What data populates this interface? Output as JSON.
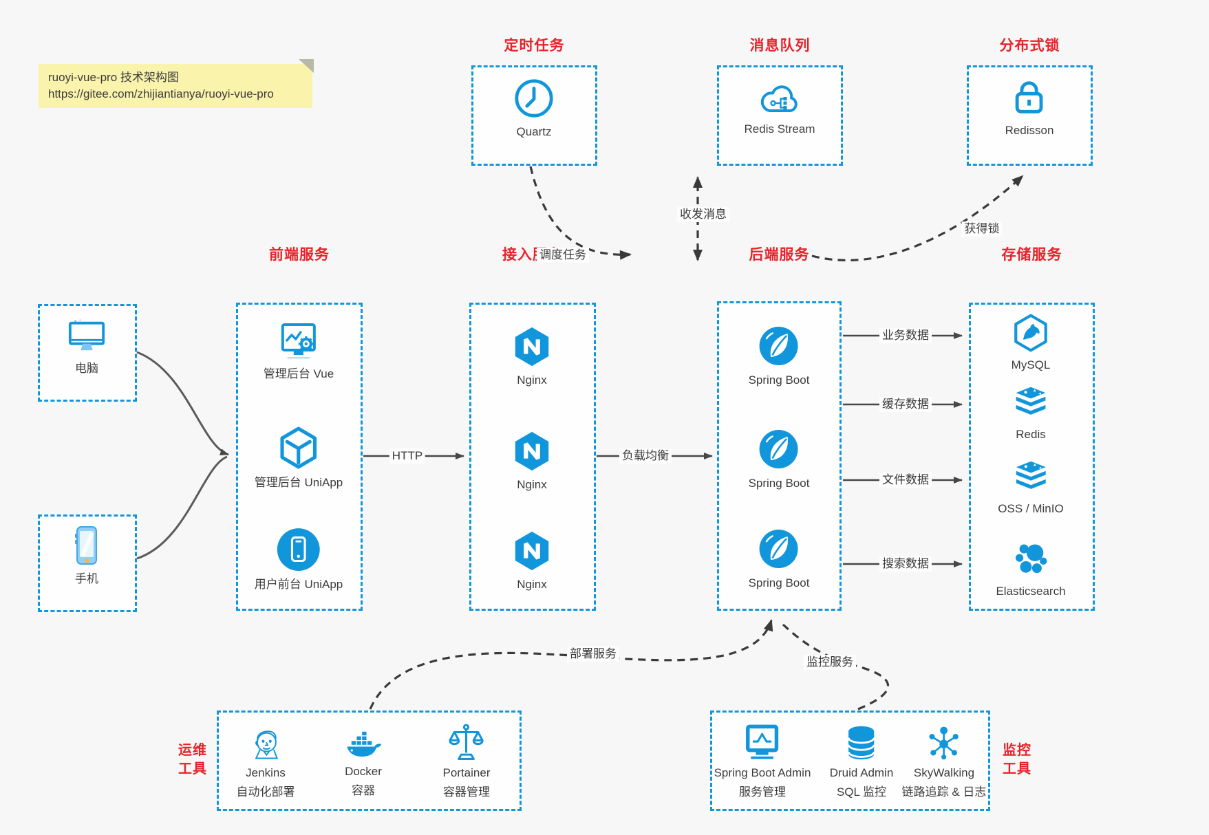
{
  "colors": {
    "accent_blue": "#1296db",
    "label_red": "#e8222a",
    "note_bg": "#faf3ac",
    "arrow_dark": "#474747",
    "box_bg": "#fefefe",
    "page_bg": "#f7f7f7"
  },
  "note": {
    "line1": "ruoyi-vue-pro 技术架构图",
    "line2": "https://gitee.com/zhijiantianya/ruoyi-vue-pro"
  },
  "top_groups": [
    {
      "title": "定时任务",
      "item": {
        "label": "Quartz",
        "icon": "clock-icon"
      }
    },
    {
      "title": "消息队列",
      "item": {
        "label": "Redis Stream",
        "icon": "cloud-share-icon"
      }
    },
    {
      "title": "分布式锁",
      "item": {
        "label": "Redisson",
        "icon": "lock-icon"
      }
    }
  ],
  "clients": [
    {
      "label": "电脑",
      "icon": "desktop-icon"
    },
    {
      "label": "手机",
      "icon": "smartphone-icon"
    }
  ],
  "columns": [
    {
      "title": "前端服务",
      "items": [
        {
          "label": "管理后台 Vue",
          "icon": "monitor-gear-icon"
        },
        {
          "label": "管理后台 UniApp",
          "icon": "cube-icon"
        },
        {
          "label": "用户前台 UniApp",
          "icon": "phone-circle-icon"
        }
      ]
    },
    {
      "title": "接入服务",
      "items": [
        {
          "label": "Nginx",
          "icon": "nginx-hexagon-icon"
        },
        {
          "label": "Nginx",
          "icon": "nginx-hexagon-icon"
        },
        {
          "label": "Nginx",
          "icon": "nginx-hexagon-icon"
        }
      ]
    },
    {
      "title": "后端服务",
      "items": [
        {
          "label": "Spring Boot",
          "icon": "spring-leaf-icon"
        },
        {
          "label": "Spring Boot",
          "icon": "spring-leaf-icon"
        },
        {
          "label": "Spring Boot",
          "icon": "spring-leaf-icon"
        }
      ]
    },
    {
      "title": "存储服务",
      "items": [
        {
          "label": "MySQL",
          "icon": "mysql-dolphin-icon"
        },
        {
          "label": "Redis",
          "icon": "redis-stack-icon"
        },
        {
          "label": "OSS / MinIO",
          "icon": "redis-stack-icon"
        },
        {
          "label": "Elasticsearch",
          "icon": "elasticsearch-cluster-icon"
        }
      ]
    }
  ],
  "edges": {
    "http": "HTTP",
    "load_balance": "负载均衡",
    "business_data": "业务数据",
    "cache_data": "缓存数据",
    "file_data": "文件数据",
    "search_data": "搜索数据",
    "schedule_task": "调度任务",
    "send_receive_message": "收发消息",
    "acquire_lock": "获得锁",
    "deploy_service": "部署服务",
    "monitor_service": "监控服务"
  },
  "bottom_groups": [
    {
      "title_line1": "运维",
      "title_line2": "工具",
      "items": [
        {
          "name": "Jenkins",
          "desc": "自动化部署",
          "icon": "jenkins-butler-icon"
        },
        {
          "name": "Docker",
          "desc": "容器",
          "icon": "docker-whale-icon"
        },
        {
          "name": "Portainer",
          "desc": "容器管理",
          "icon": "scales-icon"
        }
      ]
    },
    {
      "title_line1": "监控",
      "title_line2": "工具",
      "items": [
        {
          "name": "Spring Boot Admin",
          "desc": "服务管理",
          "icon": "monitor-pulse-icon"
        },
        {
          "name": "Druid Admin",
          "desc": "SQL 监控",
          "icon": "database-icon"
        },
        {
          "name": "SkyWalking",
          "desc": "链路追踪 & 日志",
          "icon": "network-nodes-icon"
        }
      ]
    }
  ]
}
